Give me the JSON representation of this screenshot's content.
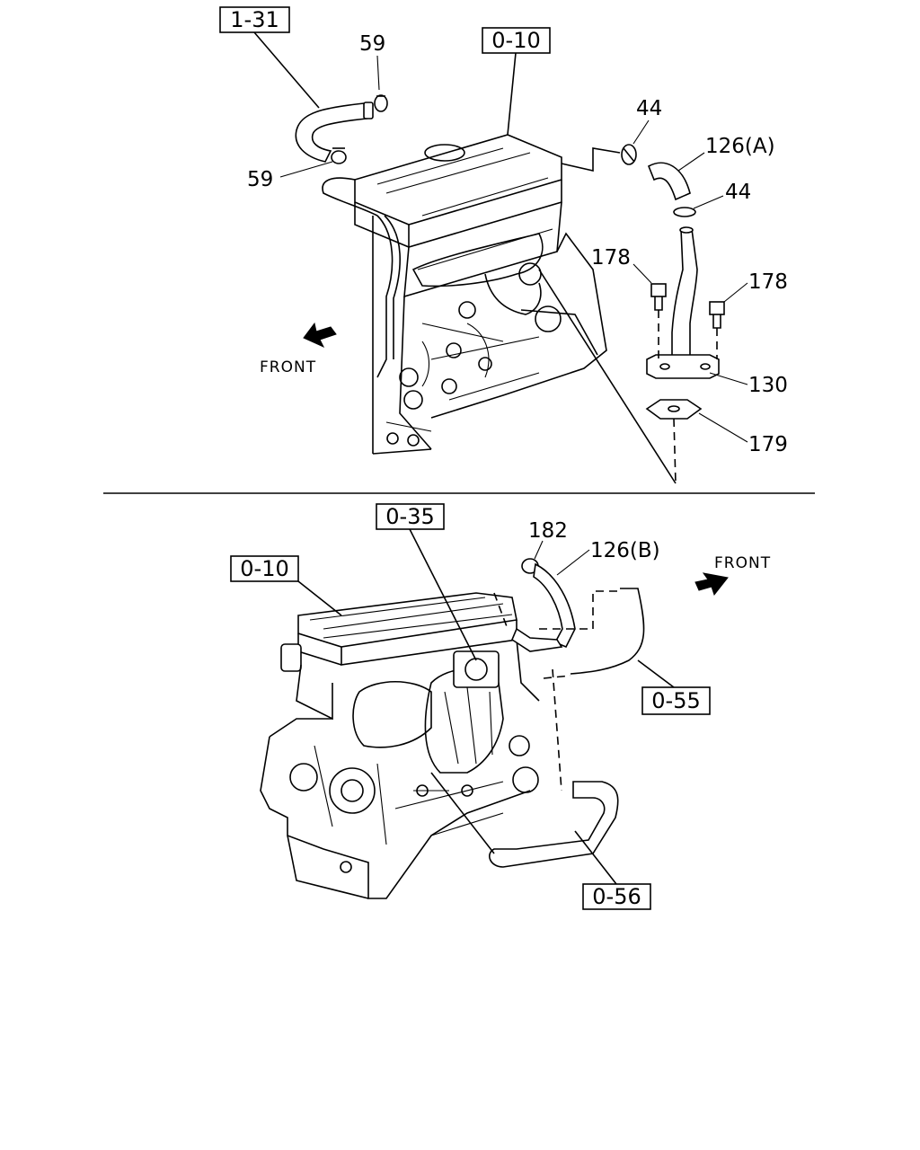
{
  "top_view": {
    "refs": {
      "r131": "1-31",
      "r010": "0-10"
    },
    "callouts": {
      "p59a": "59",
      "p59b": "59",
      "p44a": "44",
      "p126a": "126(A)",
      "p44b": "44",
      "p178a": "178",
      "p178b": "178",
      "p130": "130",
      "p179": "179"
    },
    "front": "FRONT"
  },
  "bottom_view": {
    "refs": {
      "r035": "0-35",
      "r010": "0-10",
      "r055": "0-55",
      "r056": "0-56"
    },
    "callouts": {
      "p182": "182",
      "p126b": "126(B)"
    },
    "front": "FRONT"
  }
}
